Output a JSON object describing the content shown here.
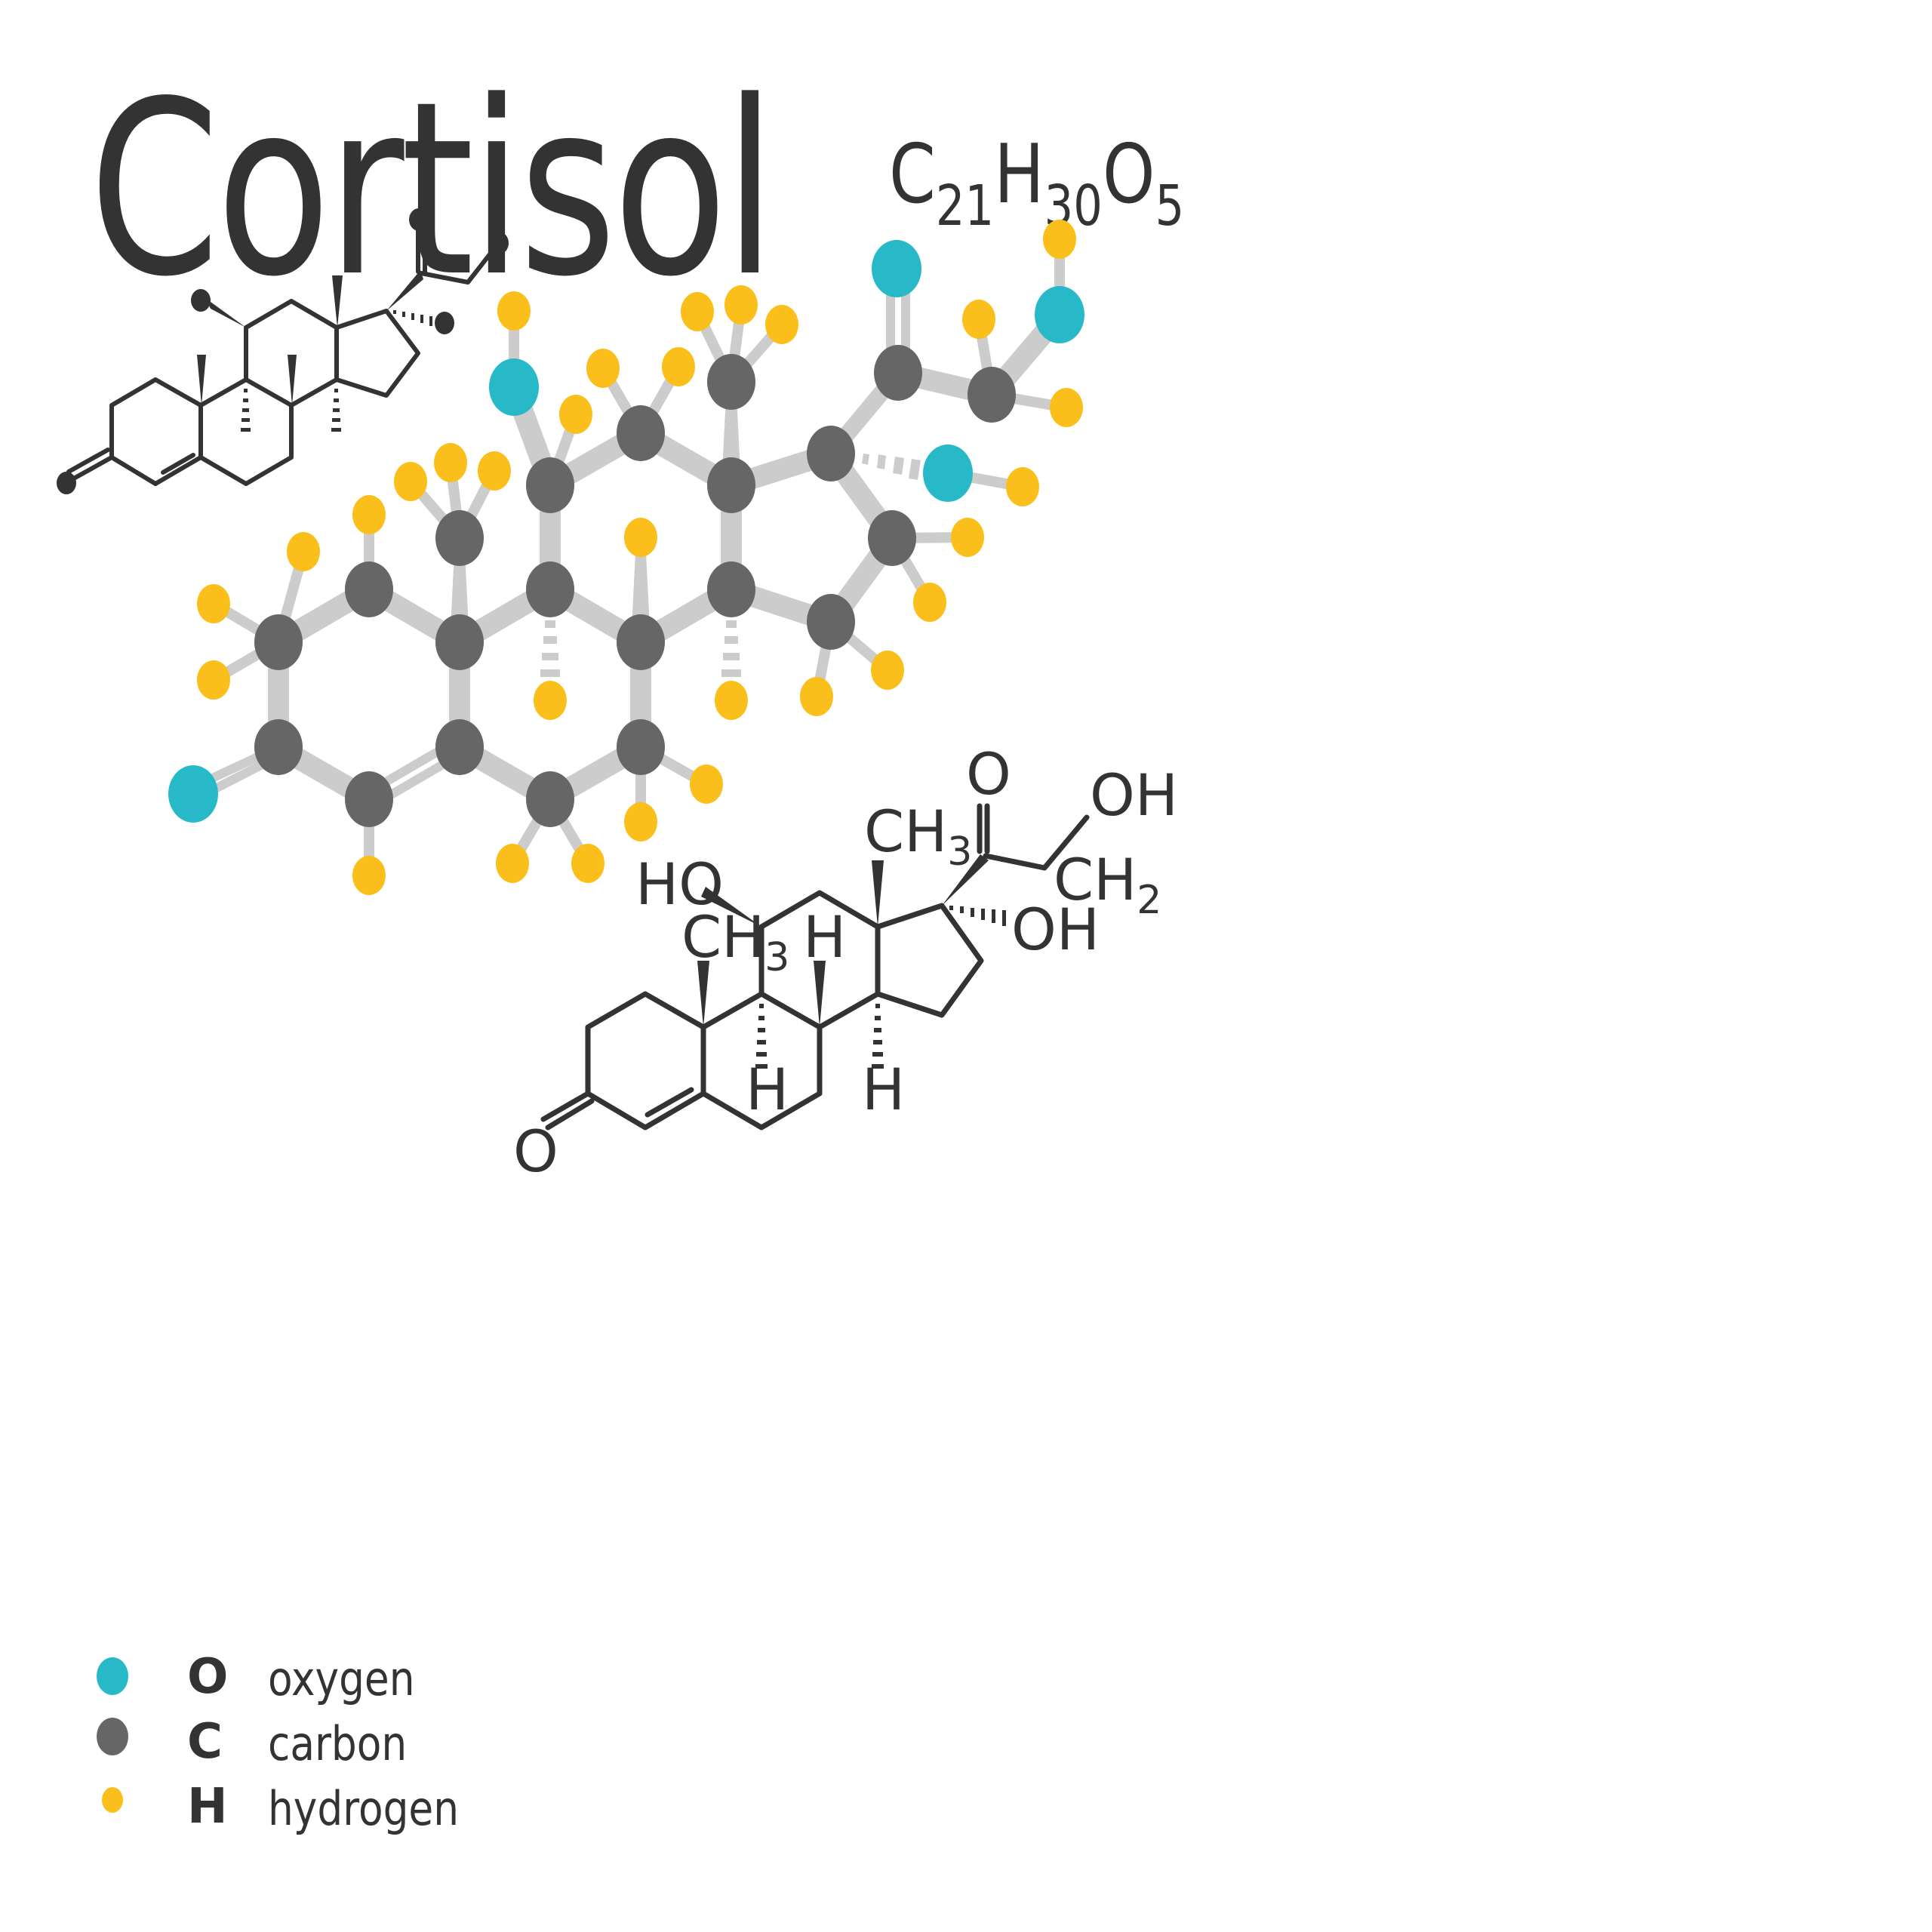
{
  "header": {
    "title": "Cortisol",
    "formula": {
      "c": "C",
      "c_count": "21",
      "h": "H",
      "h_count": "30",
      "o": "O",
      "o_count": "5"
    }
  },
  "colors": {
    "oxygen": "#27b9c8",
    "carbon": "#666666",
    "hydrogen": "#fbbf1b",
    "bond": "#cccccc",
    "ink": "#333333"
  },
  "legend": [
    {
      "symbol": "O",
      "label": "oxygen",
      "color": "#27b9c8"
    },
    {
      "symbol": "C",
      "label": "carbon",
      "color": "#666666"
    },
    {
      "symbol": "H",
      "label": "hydrogen",
      "color": "#fbbf1b"
    }
  ],
  "structural_formula": {
    "labels": {
      "ketone_o": "O",
      "ho_11": "HO",
      "ch3_19": "CH",
      "ch3_19_sub": "3",
      "ch3_18": "CH",
      "ch3_18_sub": "3",
      "h_8": "H",
      "h_9": "H",
      "h_14": "H",
      "c20_o": "O",
      "oh_21": "OH",
      "ch2": "CH",
      "ch2_sub": "2",
      "oh_17": "OH"
    }
  }
}
